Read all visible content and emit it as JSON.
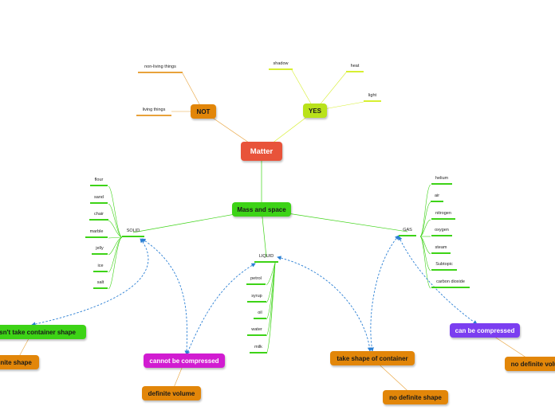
{
  "root": "Matter",
  "not": {
    "label": "NOT",
    "items": [
      "non-living things",
      "living things"
    ]
  },
  "yes": {
    "label": "YES",
    "items": [
      "shadow",
      "heat",
      "light"
    ]
  },
  "mass_and_space": "Mass and space",
  "solid": {
    "label": "SOLID",
    "items": [
      "flour",
      "sand",
      "chair",
      "marble",
      "jelly",
      "ice",
      "salt"
    ]
  },
  "liquid": {
    "label": "LIQUID",
    "items": [
      "petrol",
      "syrup",
      "oil",
      "water",
      "milk"
    ]
  },
  "gas": {
    "label": "GAS",
    "items": [
      "helium",
      "air",
      "nitrogen",
      "oxygen",
      "steam",
      "Subtopic",
      "carbon dioxide"
    ]
  },
  "properties": {
    "doesnt_take_shape": "doesn't take container shape",
    "definite_shape": "definite shape",
    "cannot_be_compressed": "cannot be compressed",
    "definite_volume": "definite volume",
    "take_shape": "take shape of container",
    "no_definite_shape": "no definite shape",
    "can_be_compressed": "can be compressed",
    "no_definite_volume": "no definite volume"
  },
  "colors": {
    "root": "#e8533a",
    "green": "#3dd316",
    "lime": "#b9e21a",
    "orange": "#e28609",
    "magenta": "#d11cd1",
    "violet": "#7b3ef0",
    "dashed_link": "#2a7fd4"
  }
}
